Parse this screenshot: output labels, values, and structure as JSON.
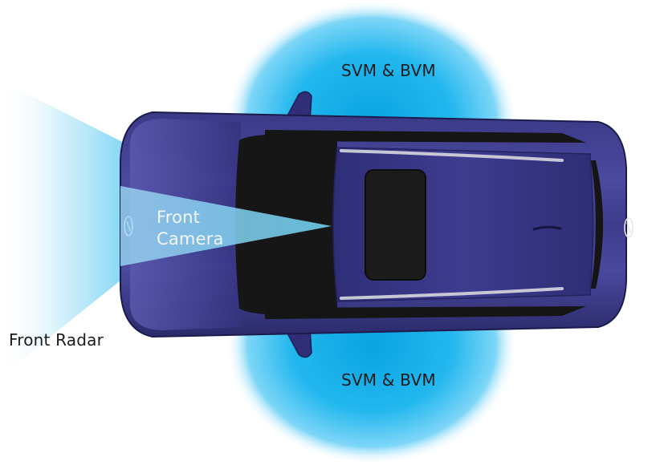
{
  "labels": {
    "svm_top": "SVM & BVM",
    "svm_bottom": "SVM & BVM",
    "front_camera_line1": "Front",
    "front_camera_line2": "Camera",
    "front_radar": "Front Radar"
  },
  "colors": {
    "sensor_zone": "#14b8ec",
    "car_body": "#2d2c72",
    "car_body_highlight": "#5251a8",
    "glass": "#161616",
    "label_dark": "#1c1c1c",
    "label_light": "#f2f6fb"
  },
  "icons": {
    "brand_emblem": "hyundai-logo-icon"
  }
}
